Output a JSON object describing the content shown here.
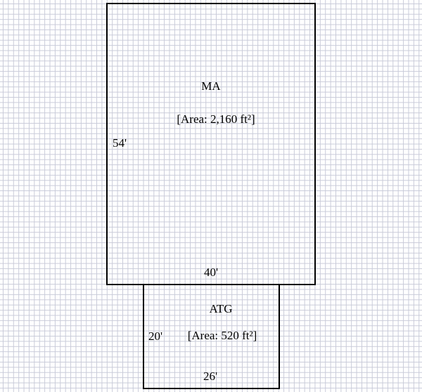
{
  "rooms": [
    {
      "label": "MA",
      "area": "[Area: 2,160 ft²]",
      "width": "40'",
      "height": "54'"
    },
    {
      "label": "ATG",
      "area": "[Area: 520 ft²]",
      "width": "26'",
      "height": "20'"
    }
  ]
}
